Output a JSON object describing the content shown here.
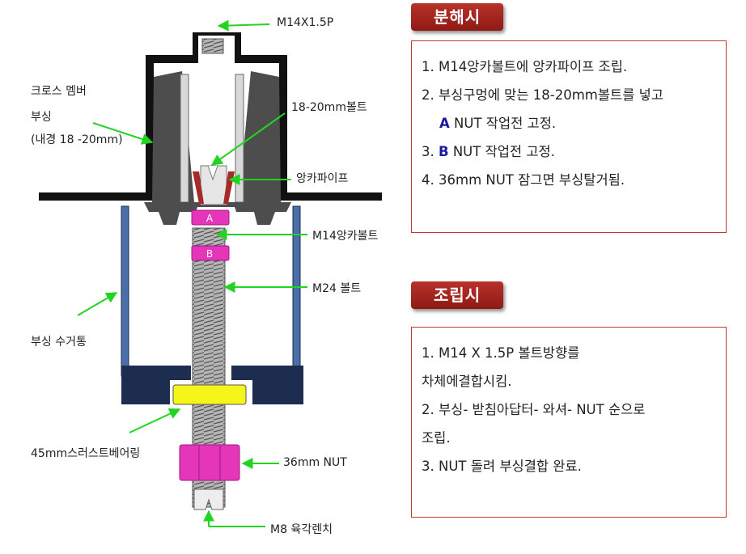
{
  "labels": {
    "thread_spec": "M14X1.5P",
    "cross_member_line1": "크로스 멤버",
    "cross_member_line2": "부싱",
    "cross_member_line3": "(내경 18 -20mm)",
    "bolt_18_20": "18-20mm볼트",
    "anchor_pipe": "앙카파이프",
    "m14_anchor_bolt": "M14앙카볼트",
    "m24_bolt": "M24 볼트",
    "bushing_receiver": "부싱 수거통",
    "thrust_bearing": "45mm스러스트베어링",
    "nut_36": "36mm NUT",
    "m8_wrench": "M8 육각렌치",
    "nut_a": "A",
    "nut_b": "B"
  },
  "disassembly": {
    "title": "분해시",
    "steps": [
      {
        "num": "1.",
        "text": "M14앙카볼트에 앙카파이프 조립."
      },
      {
        "num": "2.",
        "text": "부싱구멍에 맞는 18-20mm볼트를 넣고"
      },
      {
        "mark": "A",
        "text": "NUT 작업전 고정."
      },
      {
        "num": "3.",
        "mark": "B",
        "text": "NUT 작업전 고정."
      },
      {
        "num": "4.",
        "text": "36mm NUT 잠그면 부싱탈거됨."
      }
    ]
  },
  "assembly": {
    "title": "조립시",
    "steps": [
      "1. M14 X 1.5P 볼트방향를",
      "차체에결합시킴.",
      "2. 부싱- 받침아답터- 와셔- NUT 순으로",
      "조립.",
      "3. NUT 돌려 부싱결합 완료."
    ]
  },
  "colors": {
    "accent_red": "#a3241c",
    "panel_border": "#c0392b",
    "nut_magenta": "#e535b8",
    "bearing_yellow": "#f5f51a",
    "callout_green": "#22d422",
    "receiver_blue": "#4a6fa8",
    "base_navy": "#1c2d4f",
    "mark_blue": "#1a1a9a"
  }
}
